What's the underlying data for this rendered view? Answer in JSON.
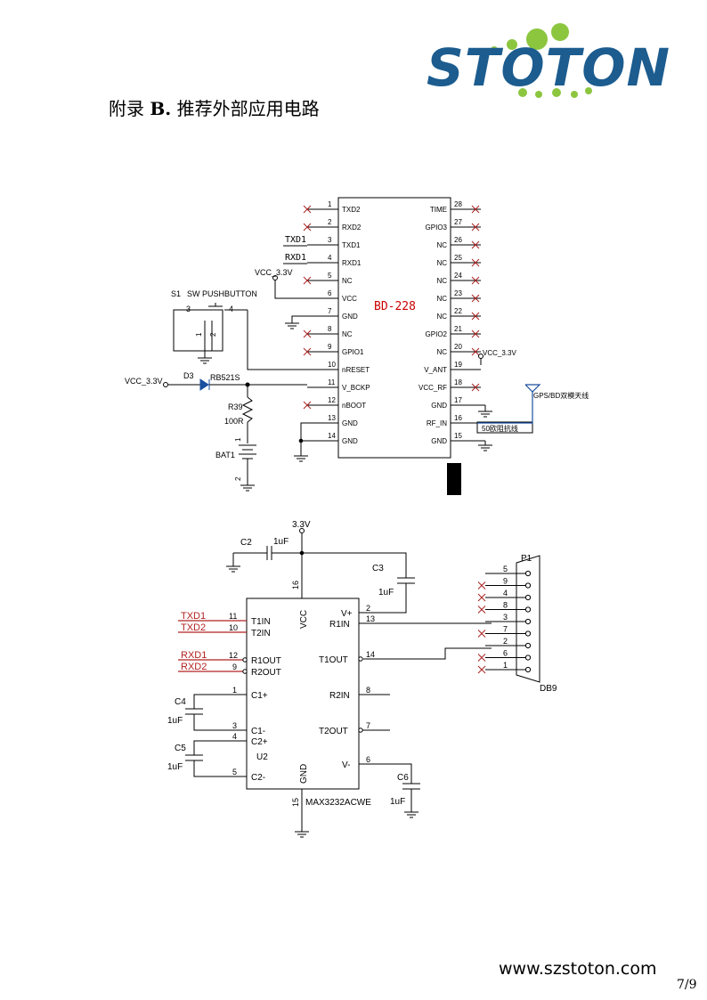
{
  "logo": {
    "text": "STOTON"
  },
  "heading": {
    "prefix": "附录",
    "label": "B.",
    "title": "推荐外部应用电路"
  },
  "schematic1": {
    "chip_name": "BD-228",
    "left_pins": [
      {
        "num": "1",
        "name": "TXD2"
      },
      {
        "num": "2",
        "name": "RXD2"
      },
      {
        "num": "3",
        "name": "TXD1"
      },
      {
        "num": "4",
        "name": "RXD1"
      },
      {
        "num": "5",
        "name": "NC"
      },
      {
        "num": "6",
        "name": "VCC"
      },
      {
        "num": "7",
        "name": "GND"
      },
      {
        "num": "8",
        "name": "NC"
      },
      {
        "num": "9",
        "name": "GPIO1"
      },
      {
        "num": "10",
        "name": "nRESET"
      },
      {
        "num": "11",
        "name": "V_BCKP"
      },
      {
        "num": "12",
        "name": "nBOOT"
      },
      {
        "num": "13",
        "name": "GND"
      },
      {
        "num": "14",
        "name": "GND"
      }
    ],
    "right_pins": [
      {
        "num": "28",
        "name": "TIME"
      },
      {
        "num": "27",
        "name": "GPIO3"
      },
      {
        "num": "26",
        "name": "NC"
      },
      {
        "num": "25",
        "name": "NC"
      },
      {
        "num": "24",
        "name": "NC"
      },
      {
        "num": "23",
        "name": "NC"
      },
      {
        "num": "22",
        "name": "NC"
      },
      {
        "num": "21",
        "name": "GPIO2"
      },
      {
        "num": "20",
        "name": "NC"
      },
      {
        "num": "19",
        "name": "V_ANT"
      },
      {
        "num": "18",
        "name": "VCC_RF"
      },
      {
        "num": "17",
        "name": "GND"
      },
      {
        "num": "16",
        "name": "RF_IN"
      },
      {
        "num": "15",
        "name": "GND"
      }
    ],
    "net_txd1": "TXD1",
    "net_rxd1": "RXD1",
    "vcc_label": "VCC_3.3V",
    "switch_ref": "S1",
    "switch_name": "SW PUSHBUTTON",
    "switch_pin_3": "3",
    "switch_pin_4": "4",
    "switch_pin_1": "1",
    "switch_pin_2": "2",
    "diode_ref": "D3",
    "diode_name": "RB521S",
    "resistor_ref": "R39",
    "resistor_value": "100R",
    "battery_ref": "BAT1",
    "battery_pin_1": "1",
    "battery_pin_2": "2",
    "antenna_label": "GPS/BD双模天线",
    "impedance_label": "50欧阻抗线"
  },
  "schematic2": {
    "supply_label": "3.3V",
    "chip_ref": "U2",
    "chip_name": "MAX3232ACWE",
    "c2_ref": "C2",
    "c2_value": "1uF",
    "c3_ref": "C3",
    "c3_value": "1uF",
    "c4_ref": "C4",
    "c4_value": "1uF",
    "c5_ref": "C5",
    "c5_value": "1uF",
    "c6_ref": "C6",
    "c6_value": "1uF",
    "pin_vcc": "VCC",
    "pin_vcc_num": "16",
    "pin_gnd": "GND",
    "pin_gnd_num": "15",
    "pin_vplus": "V+",
    "pin_vplus_num": "2",
    "pin_vminus": "V-",
    "pin_vminus_num": "6",
    "pin_t1in": "T1IN",
    "pin_t1in_num": "11",
    "pin_t2in": "T2IN",
    "pin_t2in_num": "10",
    "pin_r1out": "R1OUT",
    "pin_r1out_num": "12",
    "pin_r2out": "R2OUT",
    "pin_r2out_num": "9",
    "pin_c1p": "C1+",
    "pin_c1p_num": "1",
    "pin_c1m": "C1-",
    "pin_c1m_num": "3",
    "pin_c2p": "C2+",
    "pin_c2p_num": "4",
    "pin_c2m": "C2-",
    "pin_c2m_num": "5",
    "pin_r1in": "R1IN",
    "pin_r1in_num": "13",
    "pin_t1out": "T1OUT",
    "pin_t1out_num": "14",
    "pin_r2in": "R2IN",
    "pin_r2in_num": "8",
    "pin_t2out": "T2OUT",
    "pin_t2out_num": "7",
    "net_txd1": "TXD1",
    "net_txd2": "TXD2",
    "net_rxd1": "RXD1",
    "net_rxd2": "RXD2",
    "connector_ref": "P1",
    "connector_name": "DB9",
    "connector_pins": [
      "5",
      "9",
      "4",
      "8",
      "3",
      "7",
      "2",
      "6",
      "1"
    ]
  },
  "footer": {
    "url": "www.szstoton.com",
    "page": "7/9"
  },
  "colors": {
    "logo_blue": "#1c5c8f",
    "logo_green": "#8cc63f",
    "net_red": "#b22222",
    "chip_red": "#cc0000"
  }
}
